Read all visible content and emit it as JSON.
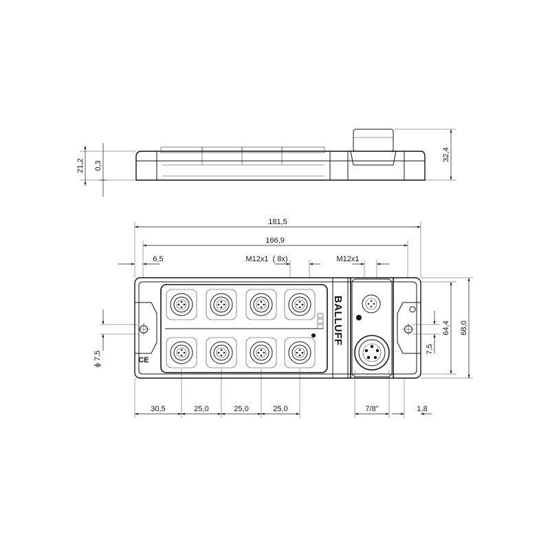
{
  "dimensions": {
    "side_height": "21,2",
    "side_offset": "0,3",
    "side_total_height": "32,4",
    "overall_length": "181,5",
    "hole_spacing": "166,9",
    "edge_to_hole": "6,5",
    "port_thread_8": "M12x1  ( 8x)",
    "port_thread_1": "M12x1",
    "hole_diameter": "ϕ 7,5",
    "width_inner": "64,4",
    "width_total": "68,0",
    "hole_offset": "7,5",
    "pitch_first": "30,5",
    "pitch_1": "25,0",
    "pitch_2": "25,0",
    "pitch_3": "25,0",
    "power_thread": "7/8\"",
    "end_offset": "1,8"
  },
  "device": {
    "brand": "BALLUFF",
    "ce_mark": "CE"
  }
}
